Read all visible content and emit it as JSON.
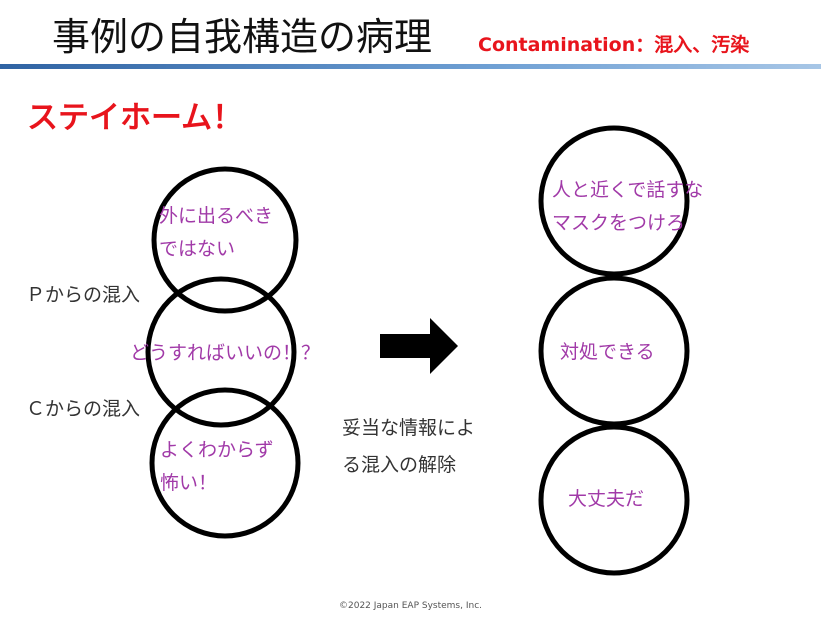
{
  "header": {
    "title": "事例の自我構造の病理",
    "subtitle": "Contamination：混入、汚染"
  },
  "headline": "ステイホーム！",
  "left_diagram": {
    "circles": [
      {
        "lines": [
          "外に出るべき",
          "ではない"
        ]
      },
      {
        "lines": [
          "どうすればいいの！？"
        ]
      },
      {
        "lines": [
          "よくわからず",
          "怖い！"
        ]
      }
    ],
    "labels": {
      "p": "Ｐからの混入",
      "c": "Ｃからの混入"
    }
  },
  "middle_note": [
    "妥当な情報によ",
    "る混入の解除"
  ],
  "right_diagram": {
    "circles": [
      {
        "lines": [
          "人と近くで話すな",
          "マスクをつけろ"
        ]
      },
      {
        "lines": [
          "対処できる"
        ]
      },
      {
        "lines": [
          "大丈夫だ"
        ]
      }
    ]
  },
  "footer": "©2022 Japan EAP Systems, Inc.",
  "colors": {
    "accent_red": "#e8141c",
    "circle_text": "#a13aa8",
    "title_rule": "#2f63a3",
    "arrow": "#000000"
  }
}
